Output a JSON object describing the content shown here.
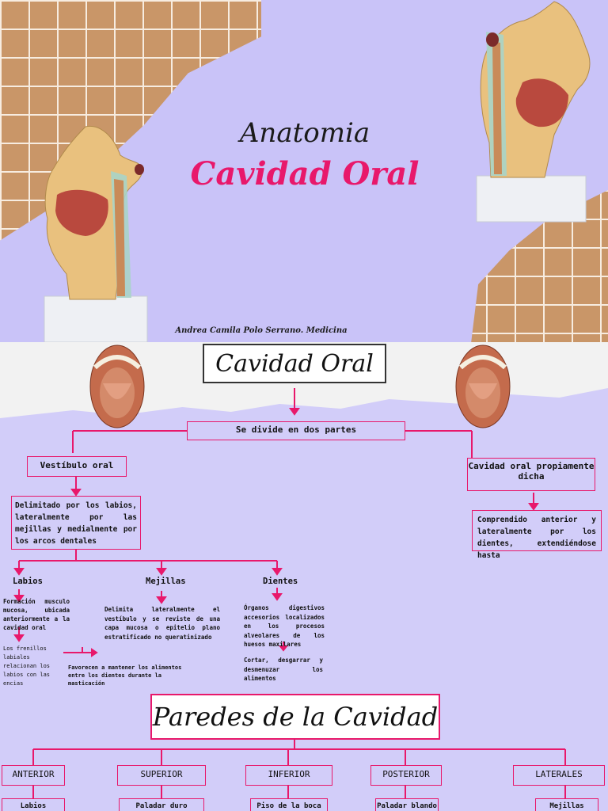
{
  "slide1": {
    "title_top": "Anatomia",
    "title_main": "Cavidad Oral",
    "author": "Andrea Camila Polo Serrano. Medicina"
  },
  "slide2": {
    "title": "Cavidad Oral",
    "root": "Se divide en dos partes",
    "left_branch": "Vestíbulo oral",
    "right_branch": "Cavidad oral propiamente dicha",
    "left_desc": "Delimitado por los labios, lateralmente por las mejillas y medialmente por los arcos dentales",
    "right_desc": "Comprendido anterior y lateralmente por los dientes, extendiéndose hasta",
    "labios_label": "Labios",
    "labios_desc": "Formación musculo mucosa, ubicada anteriormente a la cavidad oral",
    "labios_note": "Los frenillos labiales relacionan los labios con las encias",
    "mejillas_label": "Mejillas",
    "mejillas_desc": "Delimita lateralmente el vestíbulo y se reviste de una capa mucosa o epitelio plano estratificado no queratinizado",
    "mejillas_note": "Favorecen a mantener los alimentos entre los dientes durante la masticación",
    "dientes_label": "Dientes",
    "dientes_desc": "Órganos digestivos accesorios localizados en los procesos alveolares de los huesos maxilares",
    "dientes_note": "Cortar, desgarrar y desmenuzar los alimentos"
  },
  "slide3": {
    "title": "Paredes de la Cavidad",
    "columns": [
      {
        "head": "ANTERIOR",
        "item": "Labios"
      },
      {
        "head": "SUPERIOR",
        "item": "Paladar duro"
      },
      {
        "head": "INFERIOR",
        "item": "Piso de la boca"
      },
      {
        "head": "POSTERIOR",
        "item": "Paladar blando"
      },
      {
        "head": "LATERALES",
        "item": "Mejillas"
      }
    ]
  },
  "colors": {
    "accent": "#e8186b",
    "background": "#cfc8f7",
    "grid": "#c99668"
  },
  "icons": [
    "head-model-image",
    "open-mouth-image"
  ]
}
